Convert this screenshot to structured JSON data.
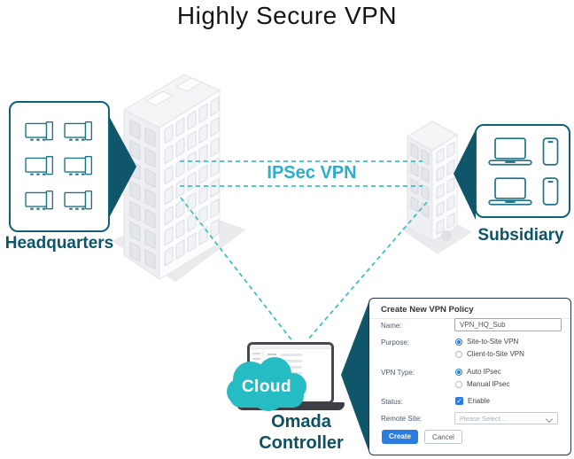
{
  "title": "Highly Secure VPN",
  "diagram": {
    "headquarters_label": "Headquarters",
    "subsidiary_label": "Subsidiary",
    "connection_label": "IPSec VPN",
    "cloud_label": "Cloud",
    "controller_label": "Omada Controller"
  },
  "colors": {
    "dark_teal": "#10566b",
    "bright_teal": "#25bcc4",
    "dash_teal": "#3fc0c6",
    "accent_blue": "#2a7ce0",
    "panel_border": "#22344e"
  },
  "panel": {
    "title": "Create New VPN Policy",
    "name_label": "Name:",
    "name_value": "VPN_HQ_Sub",
    "purpose_label": "Purpose:",
    "purpose_options": [
      {
        "label": "Site-to-Site VPN",
        "selected": true
      },
      {
        "label": "Client-to-Site VPN",
        "selected": false
      }
    ],
    "vpn_type_label": "VPN Type:",
    "vpn_type_options": [
      {
        "label": "Auto IPsec",
        "selected": true
      },
      {
        "label": "Manual IPsec",
        "selected": false
      }
    ],
    "status_label": "Status:",
    "status_checkbox": "Enable",
    "remote_site_label": "Remote Site:",
    "remote_site_value": "Please Select...",
    "create_button": "Create",
    "cancel_button": "Cancel"
  }
}
